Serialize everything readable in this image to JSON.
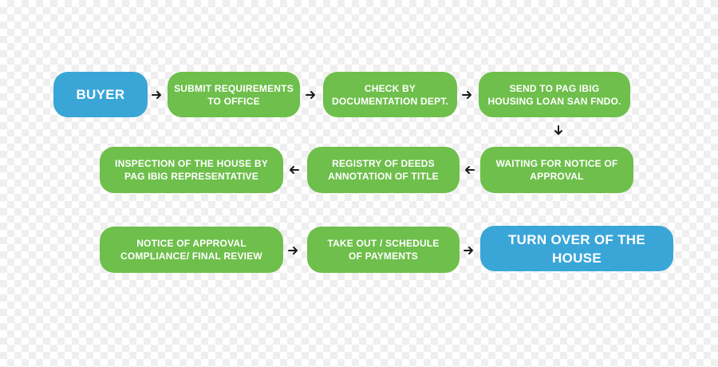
{
  "steps": [
    {
      "id": "buyer",
      "label": "BUYER",
      "color": "#3aa6d8"
    },
    {
      "id": "submit",
      "label": "SUBMIT REQUIREMENTS\nTO OFFICE",
      "color": "#6ebf4b"
    },
    {
      "id": "check",
      "label": "CHECK BY\nDOCUMENTATION  DEPT.",
      "color": "#6ebf4b"
    },
    {
      "id": "send",
      "label": "SEND TO PAG IBIG\nHOUSING LOAN SAN FNDO.",
      "color": "#6ebf4b"
    },
    {
      "id": "waiting",
      "label": "WAITING FOR NOTICE OF\nAPPROVAL",
      "color": "#6ebf4b"
    },
    {
      "id": "registry",
      "label": "REGISTRY OF DEEDS\nANNOTATION OF TITLE",
      "color": "#6ebf4b"
    },
    {
      "id": "inspection",
      "label": "INSPECTION OF THE HOUSE BY\nPAG IBIG REPRESENTATIVE",
      "color": "#6ebf4b"
    },
    {
      "id": "notice",
      "label": "NOTICE OF APPROVAL\nCOMPLIANCE/ FINAL REVIEW",
      "color": "#6ebf4b"
    },
    {
      "id": "takeout",
      "label": "TAKE OUT / SCHEDULE\nOF PAYMENTS",
      "color": "#6ebf4b"
    },
    {
      "id": "turnover",
      "label": "TURN OVER OF THE\nHOUSE",
      "color": "#3aa6d8"
    }
  ],
  "arrows": [
    {
      "from": "buyer",
      "to": "submit",
      "direction": "right"
    },
    {
      "from": "submit",
      "to": "check",
      "direction": "right"
    },
    {
      "from": "check",
      "to": "send",
      "direction": "right"
    },
    {
      "from": "send",
      "to": "waiting",
      "direction": "down"
    },
    {
      "from": "waiting",
      "to": "registry",
      "direction": "left"
    },
    {
      "from": "registry",
      "to": "inspection",
      "direction": "left"
    },
    {
      "from": "notice",
      "to": "takeout",
      "direction": "right"
    },
    {
      "from": "takeout",
      "to": "turnover",
      "direction": "right"
    }
  ]
}
